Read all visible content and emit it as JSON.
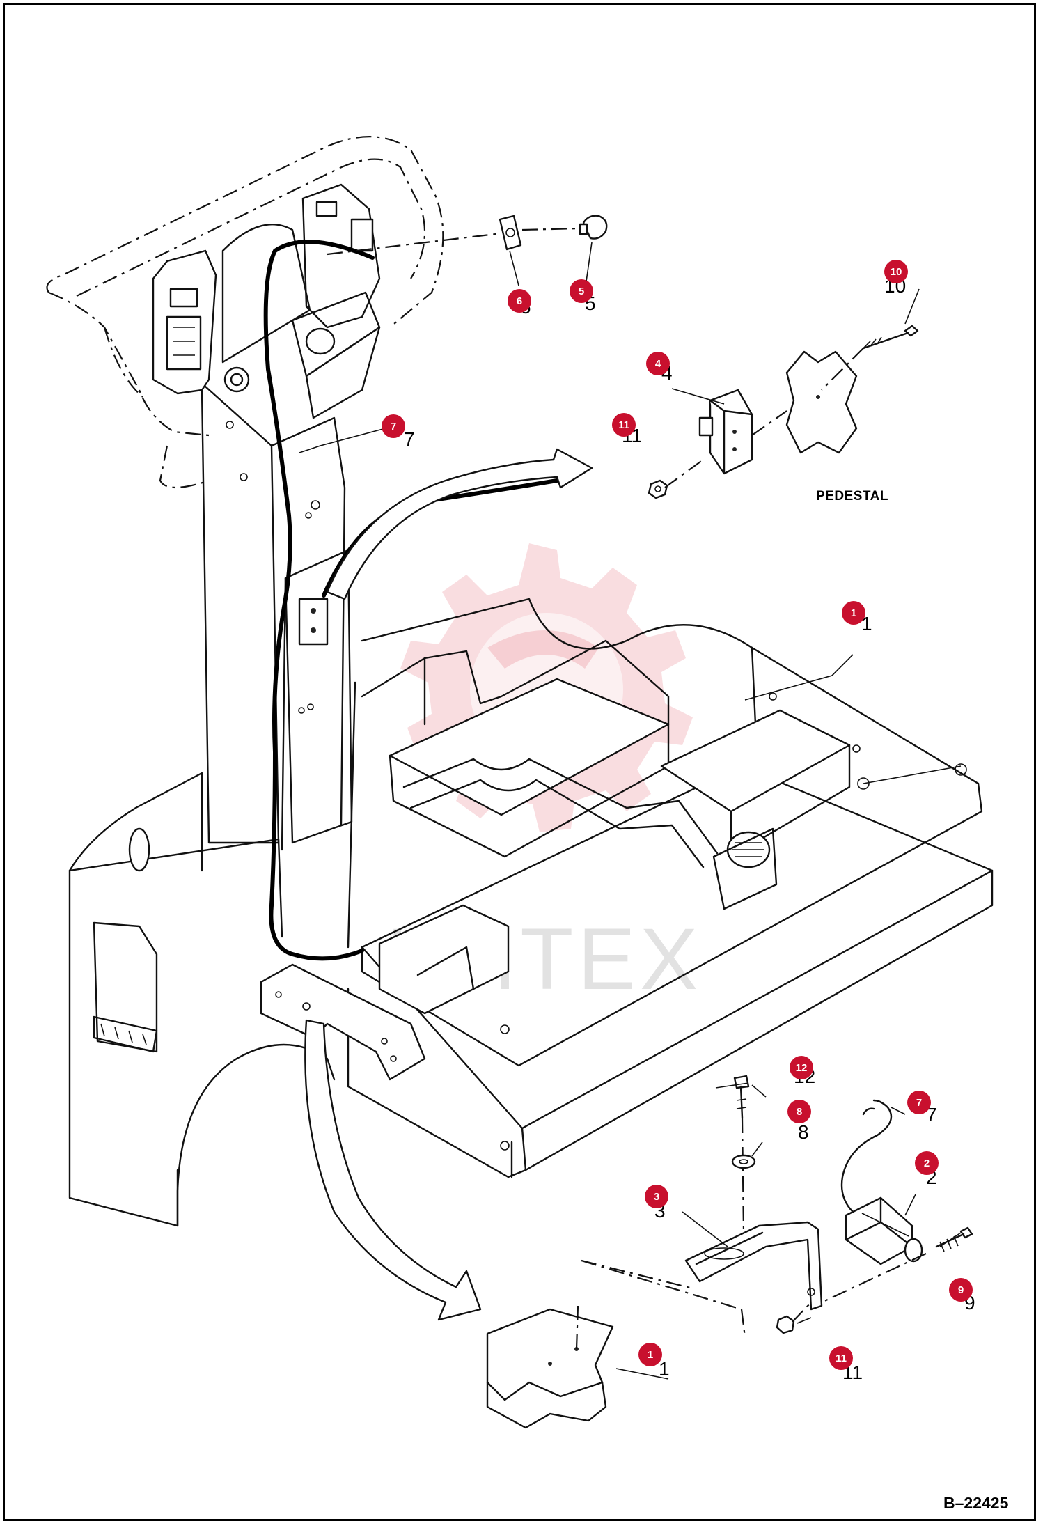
{
  "drawing_number": "B–22425",
  "watermark": {
    "text": "ИНТЕХ",
    "logo_color": "#e8848f"
  },
  "location_labels": {
    "pedestal": "PEDESTAL"
  },
  "callouts": [
    {
      "id": "c1a",
      "item": "1",
      "label": "1"
    },
    {
      "id": "c1b",
      "item": "1",
      "label": "1"
    },
    {
      "id": "c2",
      "item": "2",
      "label": "2"
    },
    {
      "id": "c3",
      "item": "3",
      "label": "3"
    },
    {
      "id": "c4",
      "item": "4",
      "label": "4"
    },
    {
      "id": "c5",
      "item": "5",
      "label": "5"
    },
    {
      "id": "c6",
      "item": "6",
      "label": "6"
    },
    {
      "id": "c7a",
      "item": "7",
      "label": "7"
    },
    {
      "id": "c7b",
      "item": "7",
      "label": "7"
    },
    {
      "id": "c8",
      "item": "8",
      "label": "8"
    },
    {
      "id": "c9",
      "item": "9",
      "label": "9"
    },
    {
      "id": "c10",
      "item": "10",
      "label": "10"
    },
    {
      "id": "c11a",
      "item": "11",
      "label": "11"
    },
    {
      "id": "c11b",
      "item": "11",
      "label": "11"
    },
    {
      "id": "c12",
      "item": "12",
      "label": "12"
    }
  ],
  "colors": {
    "badge": "#c8102e",
    "line": "#111111"
  }
}
